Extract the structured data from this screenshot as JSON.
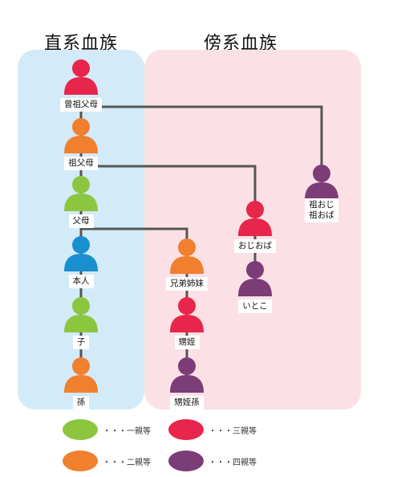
{
  "headings": {
    "direct": "直系血族",
    "collateral": "傍系血族"
  },
  "colors": {
    "first": "#8cc63f",
    "second": "#f07f2e",
    "third": "#e8254a",
    "fourth": "#7c3c78",
    "direct_bg": "#d3eaf8",
    "collateral_bg": "#fbe1e5",
    "line": "#555555"
  },
  "nodes": {
    "great_grandparents": {
      "label": "曾祖父母",
      "degree": "third",
      "icon": "person-icon"
    },
    "grandparents": {
      "label": "祖父母",
      "degree": "second",
      "icon": "person-icon"
    },
    "parents": {
      "label": "父母",
      "degree": "first",
      "icon": "person-icon"
    },
    "self": {
      "label": "本人",
      "degree": "self",
      "icon": "person-icon"
    },
    "child": {
      "label": "子",
      "degree": "first",
      "icon": "person-icon"
    },
    "grandchild": {
      "label": "孫",
      "degree": "second",
      "icon": "person-icon"
    },
    "siblings": {
      "label": "兄弟姉妹",
      "degree": "second",
      "icon": "person-icon"
    },
    "nephew_niece": {
      "label": "甥姪",
      "degree": "third",
      "icon": "person-icon"
    },
    "grandnephew_niece": {
      "label": "甥姪孫",
      "degree": "fourth",
      "icon": "person-icon"
    },
    "uncle_aunt": {
      "label": "おじおば",
      "degree": "third",
      "icon": "person-icon"
    },
    "cousin": {
      "label": "いとこ",
      "degree": "fourth",
      "icon": "person-icon"
    },
    "great_uncle_aunt": {
      "label_line1": "祖おじ",
      "label_line2": "祖おば",
      "degree": "fourth",
      "icon": "person-icon"
    }
  },
  "legend": {
    "first": "・・・一親等",
    "second": "・・・二親等",
    "third": "・・・三親等",
    "fourth": "・・・四親等"
  }
}
